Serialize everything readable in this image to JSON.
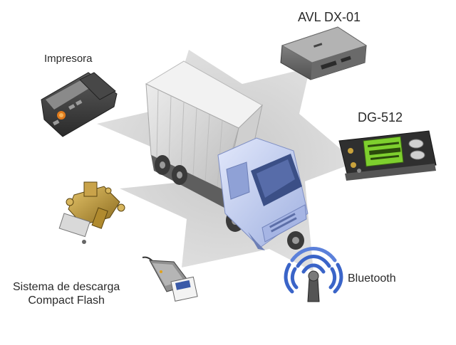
{
  "labels": {
    "avl": "AVL DX-01",
    "printer": "Impresora",
    "dg": "DG-512",
    "bluetooth": "Bluetooth",
    "download_line1": "Sistema de descarga",
    "download_line2": "Compact Flash"
  },
  "icons": [
    "truck-icon",
    "avl-device-icon",
    "printer-icon",
    "dg512-display-icon",
    "bluetooth-icon",
    "compact-flash-reader-icon",
    "sensor-valve-icon"
  ],
  "colors": {
    "star": "#d4d4d4",
    "truck_box": "#d8d8d8",
    "truck_cab": "#c3cff3",
    "display_green": "#7ecf2e",
    "bluetooth_blue": "#3a64c8"
  }
}
